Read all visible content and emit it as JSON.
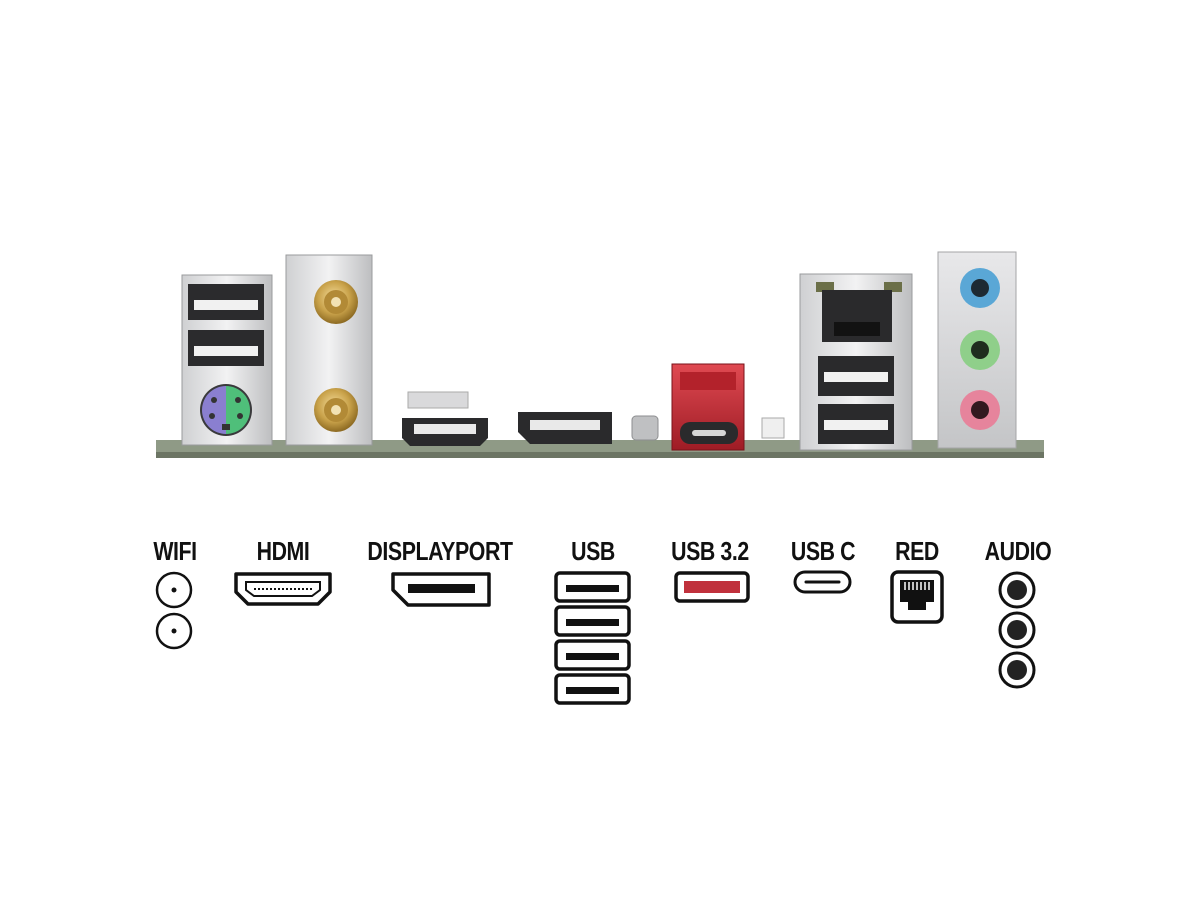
{
  "labels": {
    "wifi": "WIFI",
    "hdmi": "HDMI",
    "displayport": "DISPLAYPORT",
    "usb": "USB",
    "usb32": "USB 3.2",
    "usbc": "USB C",
    "red": "RED",
    "audio": "AUDIO"
  },
  "colors": {
    "usb32_accent": "#c0313c",
    "audio_blue": "#5aa7d6",
    "audio_green": "#8fcf8a",
    "audio_pink": "#e6849c",
    "ps2_purple": "#8a7fd0",
    "ps2_green": "#4fbf7a",
    "antenna_gold": "#c9a24a",
    "pcb": "#8f9a86",
    "icon_stroke": "#111111"
  },
  "legend_counts": {
    "wifi": 2,
    "usb": 4,
    "audio": 3
  }
}
